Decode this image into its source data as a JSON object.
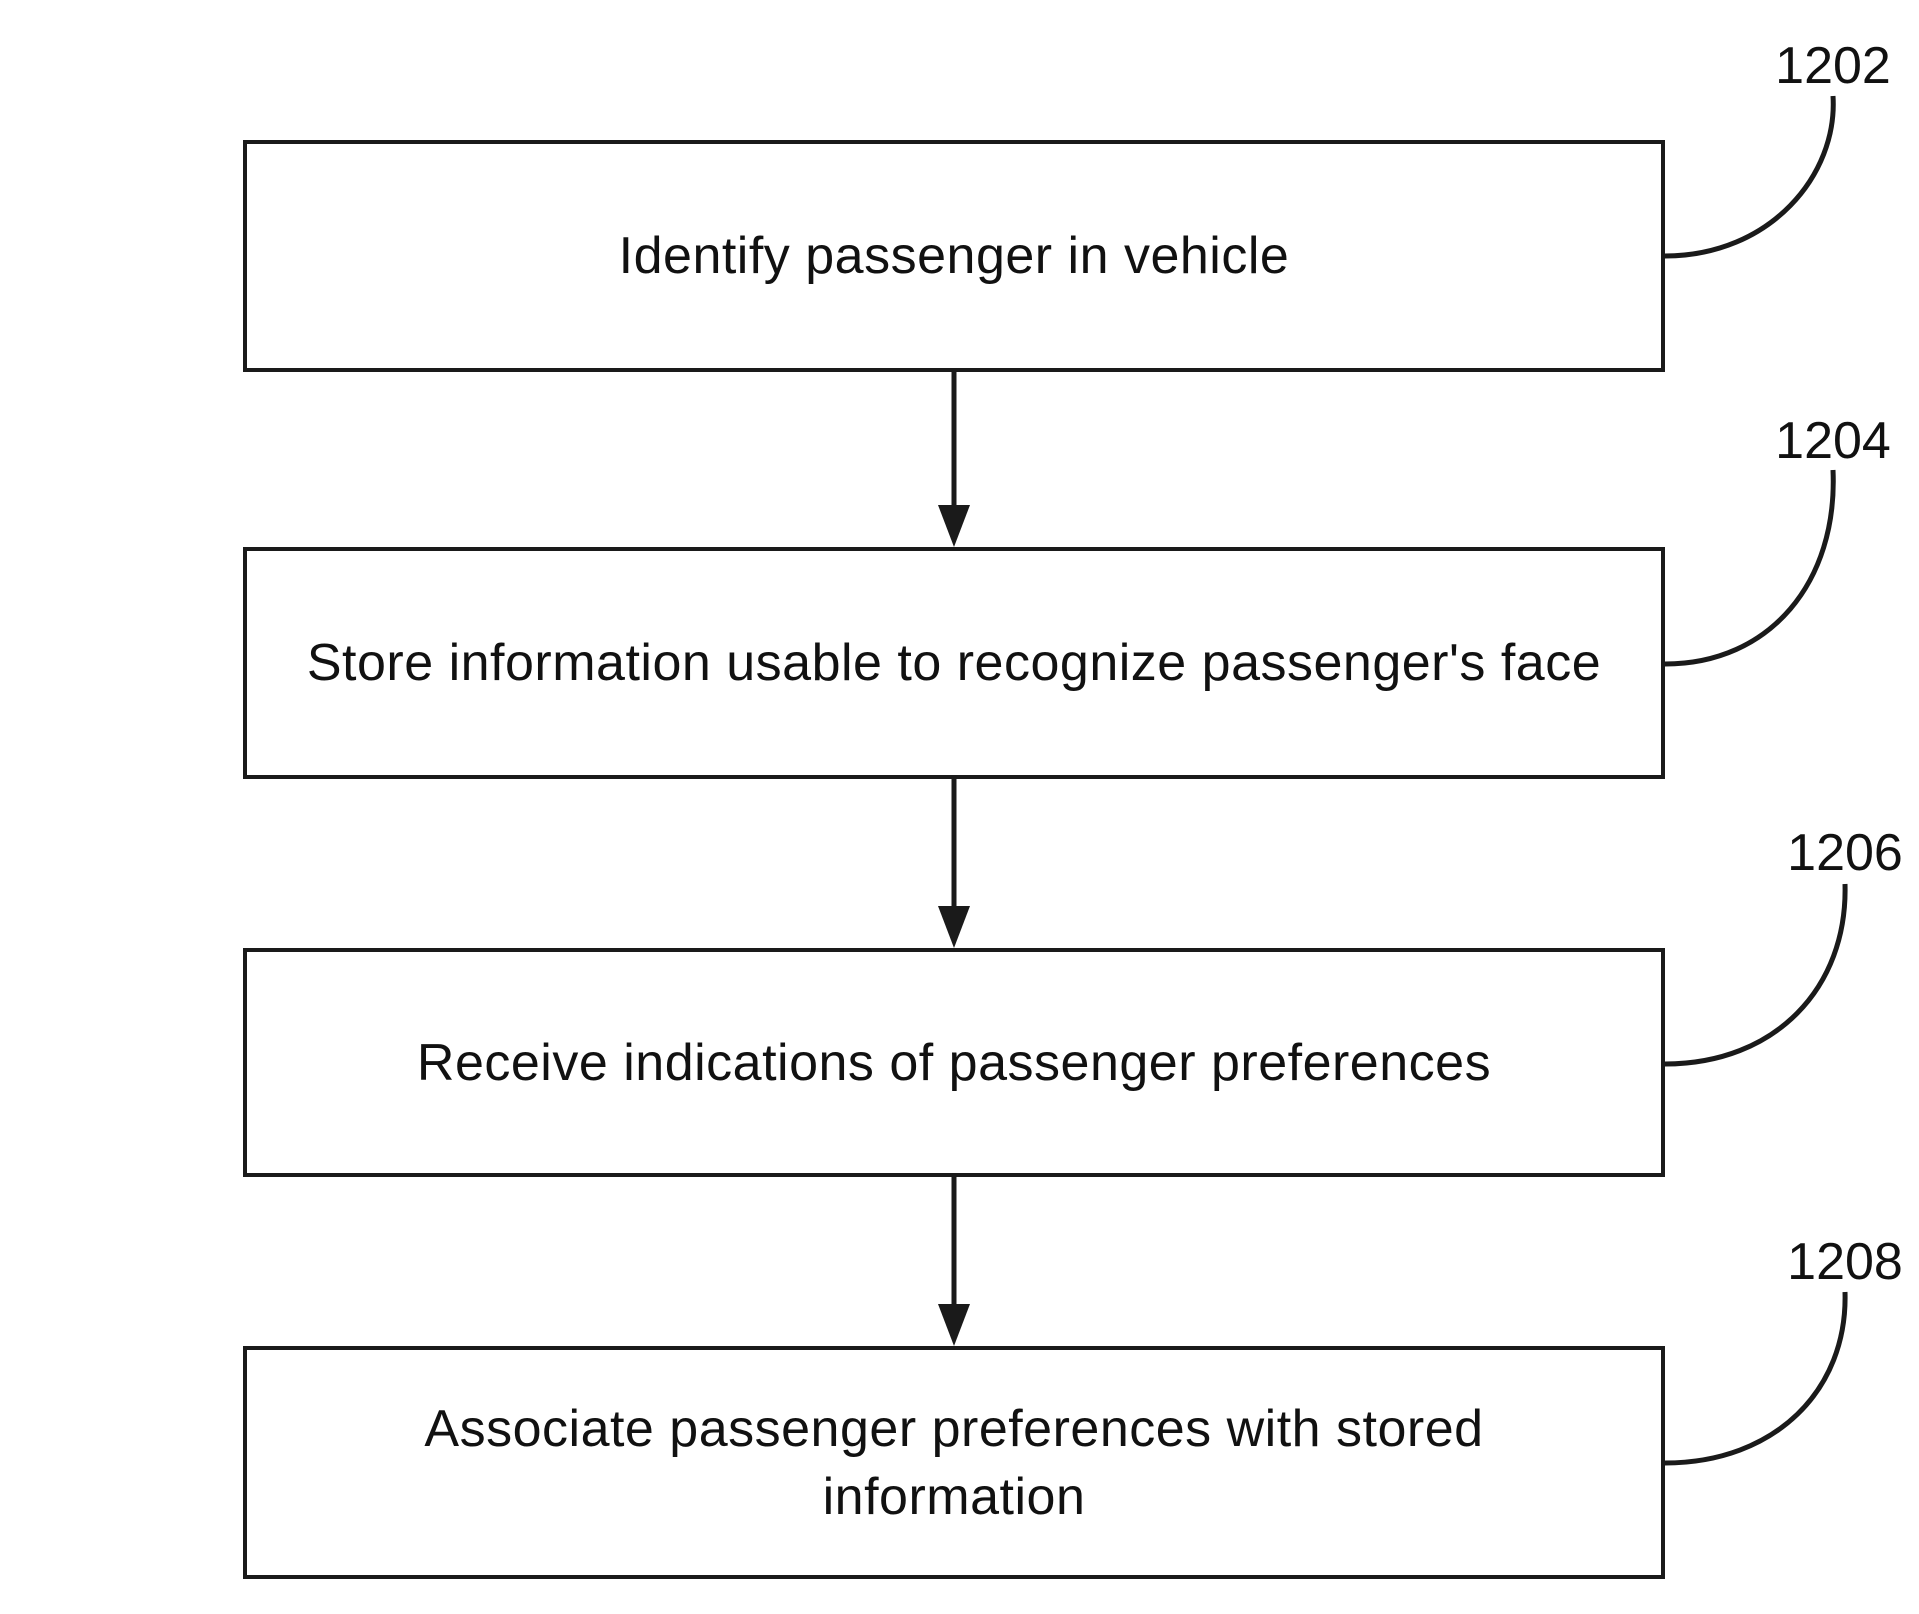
{
  "steps": [
    {
      "ref": "1202",
      "text": "Identify passenger in vehicle"
    },
    {
      "ref": "1204",
      "text": "Store information usable to recognize passenger's face"
    },
    {
      "ref": "1206",
      "text": "Receive indications of passenger preferences"
    },
    {
      "ref": "1208",
      "text": "Associate passenger preferences with stored information"
    }
  ],
  "colors": {
    "stroke": "#1a1a1a",
    "text": "#111111",
    "background": "#ffffff"
  }
}
